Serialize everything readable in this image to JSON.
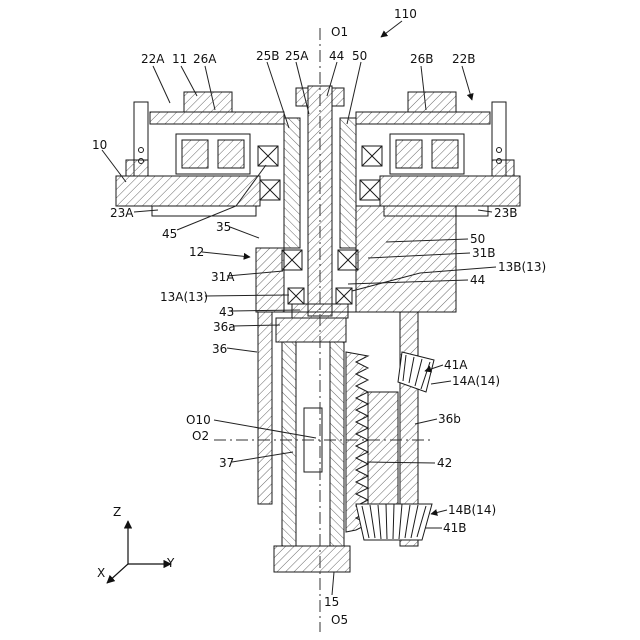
{
  "colors": {
    "ink": "#111111",
    "background": "#ffffff"
  },
  "labels": {
    "n110": "110",
    "o1": "O1",
    "n22A": "22A",
    "n11": "11",
    "n26A": "26A",
    "n25B": "25B",
    "n25A": "25A",
    "n44top": "44",
    "n50top": "50",
    "n26B": "26B",
    "n22B": "22B",
    "n10": "10",
    "n23A": "23A",
    "n23B": "23B",
    "n45": "45",
    "n35": "35",
    "n12": "12",
    "n50mid": "50",
    "n31B": "31B",
    "n13B": "13B(13)",
    "n44mid": "44",
    "n31A": "31A",
    "n13A": "13A(13)",
    "n43": "43",
    "n36a": "36a",
    "n36": "36",
    "o10": "O10",
    "o2": "O2",
    "n37": "37",
    "n41A": "41A",
    "n14A": "14A(14)",
    "n36b": "36b",
    "n42": "42",
    "n14B": "14B(14)",
    "n41B": "41B",
    "n15": "15",
    "o5": "O5",
    "axisZ": "Z",
    "axisX": "X",
    "axisY": "Y"
  }
}
